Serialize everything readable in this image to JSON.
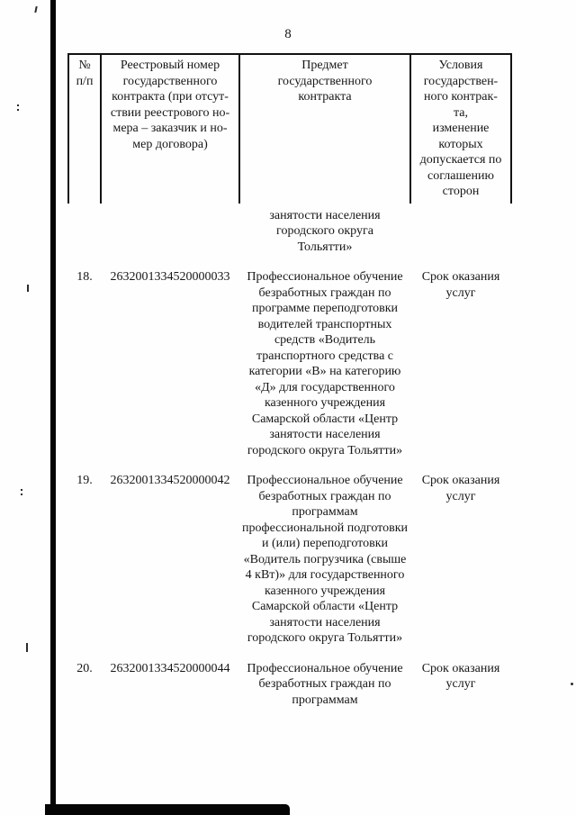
{
  "page": {
    "number": "8"
  },
  "table": {
    "headers": {
      "num": "№\nп/п",
      "registry": "Реестровый номер\nгосударственного\nконтракта (при отсут-\nствии реестрового но-\nмера – заказчик и но-\nмер договора)",
      "subject": "Предмет\nгосударственного\nконтракта",
      "conditions": "Условия\nгосударствен-\nного контрак-\nта,\nизменение\nкоторых\nдопускается по\nсоглашению\nсторон"
    },
    "carryover": {
      "subject": "занятости населения\nгородского округа\nТольятти»"
    },
    "rows": [
      {
        "num": "18.",
        "registry": "2632001334520000033",
        "subject": "Профессиональное обучение безработных граждан по программе переподготовки водителей транспортных средств «Водитель транспортного средства с категории «В» на категорию «Д» для государственного казенного учреждения Самарской области «Центр занятости населения городского округа Тольятти»",
        "conditions": "Срок оказания услуг"
      },
      {
        "num": "19.",
        "registry": "2632001334520000042",
        "subject": "Профессиональное обучение безработных граждан по программам профессиональной подготовки и (или) переподготовки «Водитель погрузчика (свыше 4 кВт)» для государственного казенного учреждения Самарской области «Центр занятости населения городского округа Тольятти»",
        "conditions": "Срок оказания услуг"
      },
      {
        "num": "20.",
        "registry": "2632001334520000044",
        "subject": "Профессиональное обучение безработных граждан по программам",
        "conditions": "Срок оказания услуг"
      }
    ]
  }
}
